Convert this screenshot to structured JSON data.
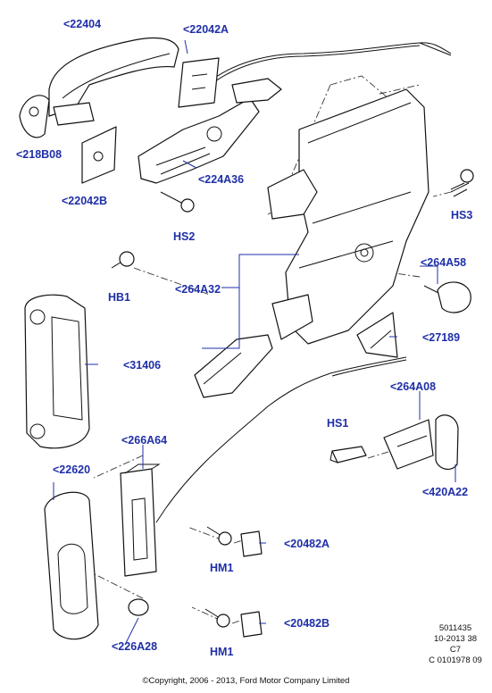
{
  "colors": {
    "label": "#1f2fa8",
    "line": "#111111",
    "background": "#ffffff"
  },
  "labels": {
    "l22404": "<22404",
    "l22042A": "<22042A",
    "l218B08": "<218B08",
    "l22042B": "<22042B",
    "l224A36": "<224A36",
    "lHS2": "HS2",
    "lHS3": "HS3",
    "lHB1": "HB1",
    "l264A58": "<264A58",
    "l264A32": "<264A32",
    "l27189": "<27189",
    "l31406": "<31406",
    "l264A08": "<264A08",
    "lHS1": "HS1",
    "l266A64": "<266A64",
    "l420A22": "<420A22",
    "l22620": "<22620",
    "l20482A": "<20482A",
    "lHM1a": "HM1",
    "l226A28": "<226A28",
    "l20482B": "<20482B",
    "lHM1b": "HM1"
  },
  "meta": {
    "line1": "5011435",
    "line2": "10-2013 38",
    "line3": "C7",
    "line4": "C 0101978 09"
  },
  "copyright": "©Copyright, 2006 - 2013, Ford Motor Company Limited"
}
